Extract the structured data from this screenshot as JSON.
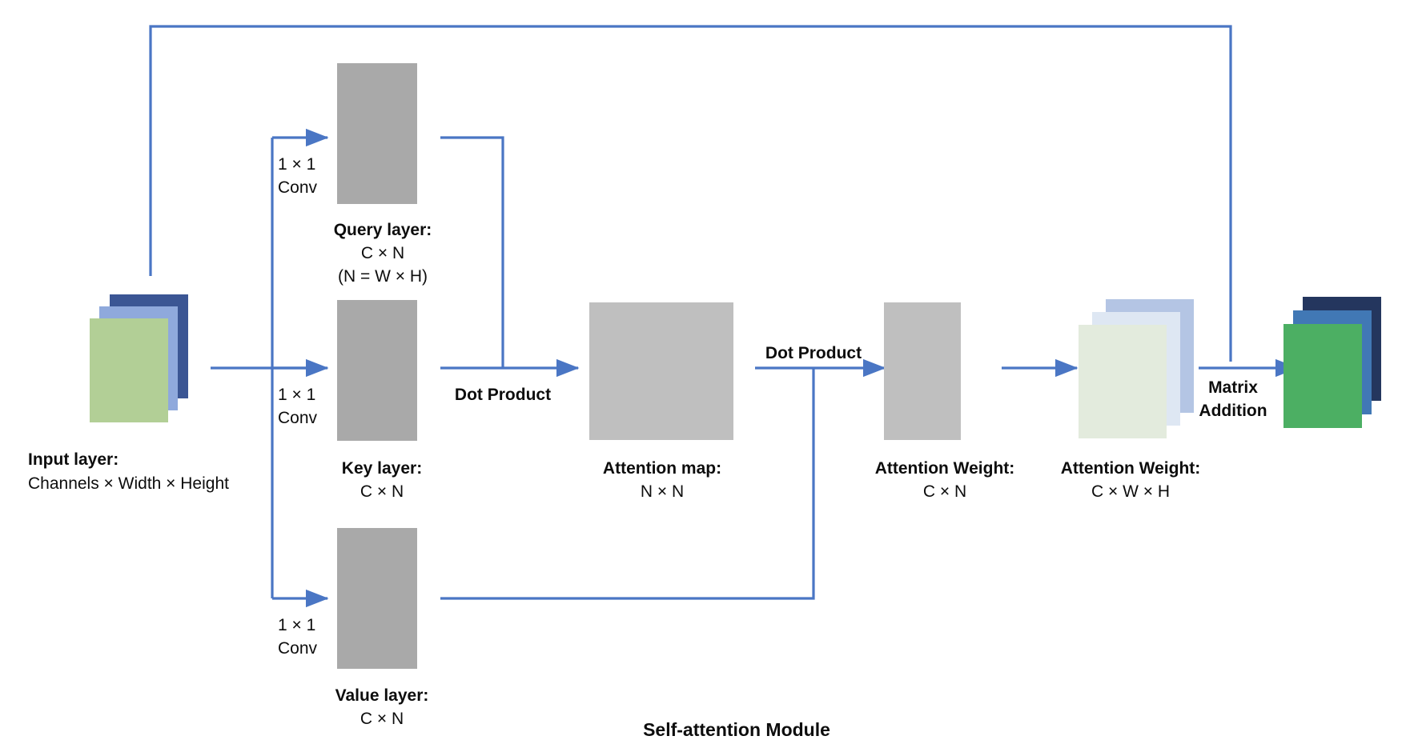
{
  "diagram": {
    "title": "Self-attention Module",
    "palette": {
      "arrow_blue": "#4a76c4",
      "gray_block": "#a9a9a9",
      "input_back_navy": "#3b5694",
      "input_mid_blue": "#8fa9dc",
      "input_front_green": "#b2cf96",
      "weight_back_blue": "#b4c5e4",
      "weight_mid_blue": "#dee7f3",
      "weight_front_green": "#e3ebdd",
      "output_back_navy": "#24365e",
      "output_mid_blue": "#4178b5",
      "output_front_green": "#4caf63",
      "text": "#0d0d0d",
      "background": "#ffffff"
    },
    "nodes": {
      "input": {
        "name": "Input layer:",
        "shape": "Channels × Width × Height"
      },
      "query": {
        "name": "Query layer:",
        "shape": "C × N",
        "note": "(N = W × H)"
      },
      "key": {
        "name": "Key layer:",
        "shape": "C × N"
      },
      "value": {
        "name": "Value layer:",
        "shape": "C × N"
      },
      "attention_map": {
        "name": "Attention map:",
        "shape": "N × N"
      },
      "attention_weight_cn": {
        "name": "Attention Weight:",
        "shape": "C × N"
      },
      "attention_weight_cwh": {
        "name": "Attention Weight:",
        "shape": "C × W × H"
      }
    },
    "operations": {
      "conv_query": {
        "line1": "1 × 1",
        "line2": "Conv"
      },
      "conv_key": {
        "line1": "1 × 1",
        "line2": "Conv"
      },
      "conv_value": {
        "line1": "1 × 1",
        "line2": "Conv"
      },
      "dot_product_1": "Dot Product",
      "dot_product_2": "Dot Product",
      "matrix_addition": {
        "line1": "Matrix",
        "line2": "Addition"
      }
    }
  }
}
